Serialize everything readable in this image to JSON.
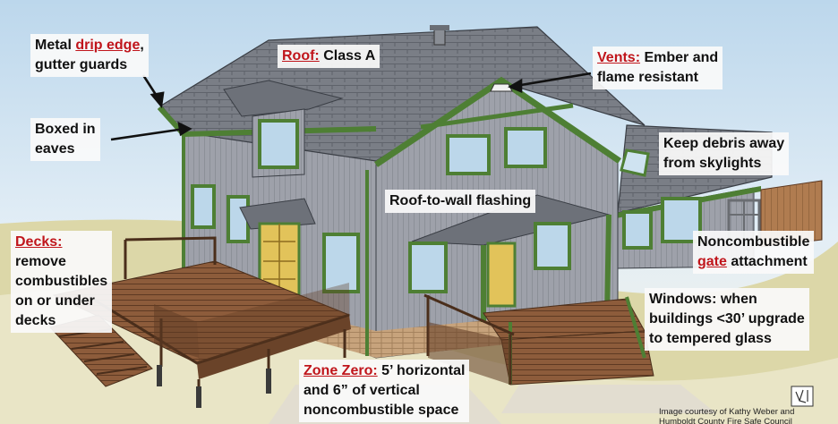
{
  "labels": {
    "drip_edge": {
      "pre": "Metal ",
      "key": "drip edge",
      "post": ",",
      "line2": "gutter guards"
    },
    "roof": {
      "key": "Roof:",
      "text": " Class A"
    },
    "vents": {
      "key": "Vents:",
      "text": " Ember and",
      "line2": "flame resistant"
    },
    "boxed": {
      "line1": "Boxed in",
      "line2": "eaves"
    },
    "skylights": {
      "line1": "Keep debris away",
      "line2": "from skylights"
    },
    "flashing": {
      "text": "Roof-to-wall flashing"
    },
    "decks": {
      "key": "Decks:",
      "line2": "remove",
      "line3": "combustibles",
      "line4": "on or under",
      "line5": "decks"
    },
    "gate": {
      "line1": "Noncombustible",
      "key": "gate",
      "post": " attachment"
    },
    "windows": {
      "line1": "Windows: when",
      "line2": "buildings <30’ upgrade",
      "line3": "to tempered glass"
    },
    "zone_zero": {
      "key": "Zone Zero:",
      "text": " 5’ horizontal",
      "line2": "and 6” of vertical",
      "line3": "noncombustible space"
    }
  },
  "credit": {
    "line1": "Image courtesy of Kathy Weber and",
    "line2": "Humboldt County Fire Safe Council"
  },
  "colors": {
    "label_key": "#c0151b",
    "wall": "#9a9da6",
    "trim": "#4e7f34",
    "roof": "#7c8088",
    "deck": "#8a5a3a",
    "door": "#e2c35a",
    "sky": "#cfe3f1"
  }
}
